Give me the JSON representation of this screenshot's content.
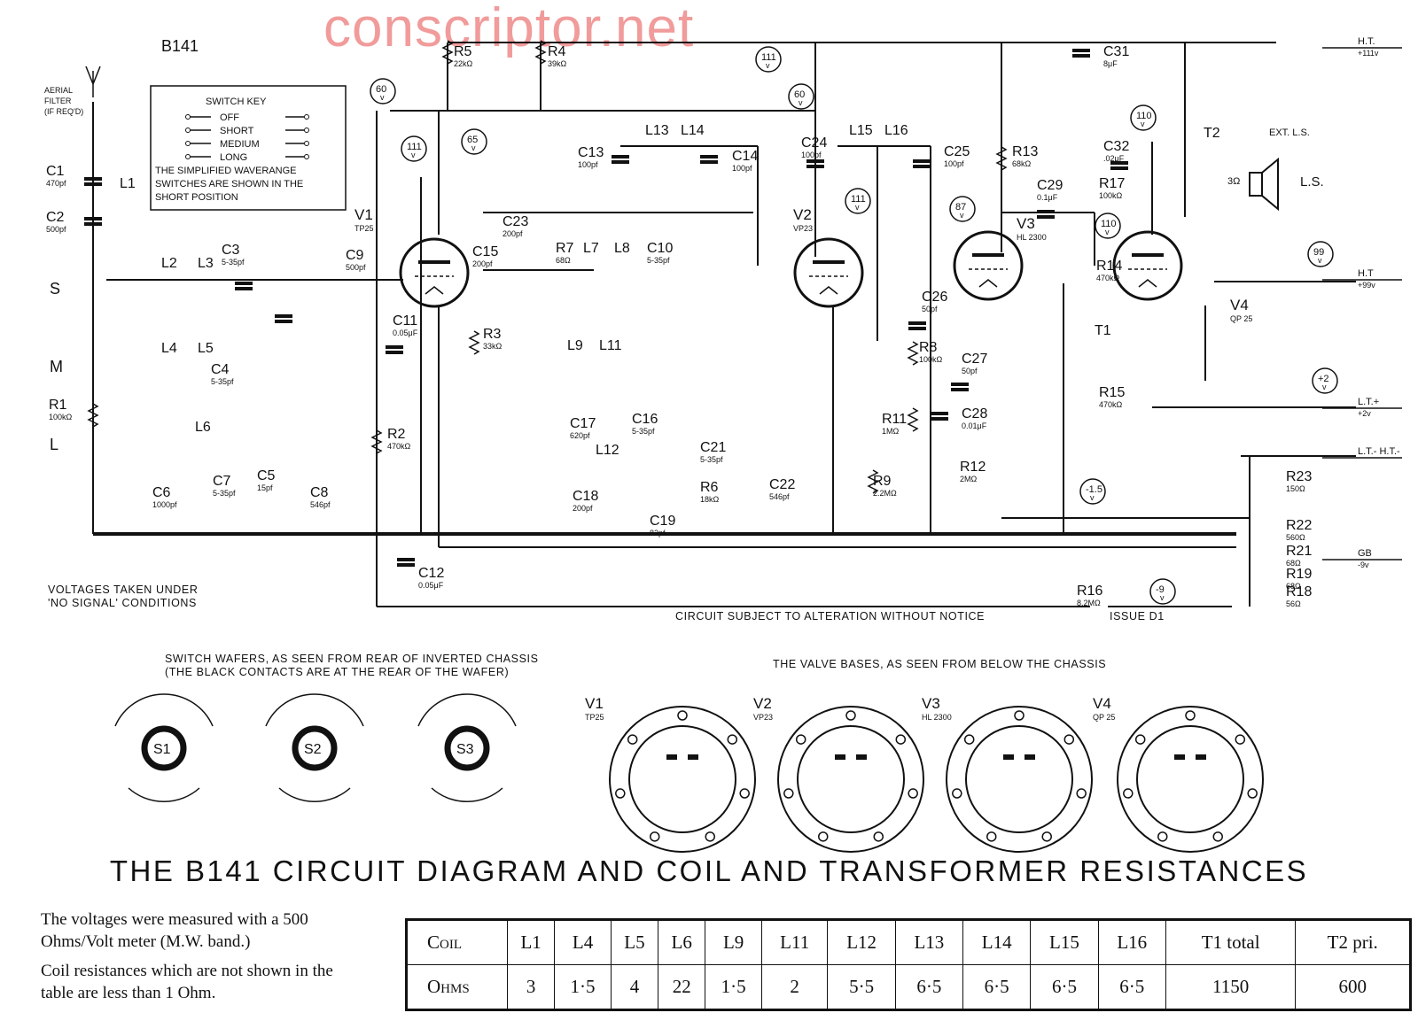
{
  "watermark": "conscriptor.net",
  "model": "B141",
  "switch_key": {
    "title": "SWITCH KEY",
    "positions": [
      "OFF",
      "SHORT",
      "MEDIUM",
      "LONG"
    ],
    "note_lines": [
      "THE SIMPLIFIED WAVERANGE",
      "SWITCHES ARE SHOWN IN THE",
      "SHORT POSITION"
    ]
  },
  "aerial_label": [
    "AERIAL",
    "FILTER",
    "(IF REQ'D)"
  ],
  "band_labels": [
    "S",
    "M",
    "L"
  ],
  "voltage_note": [
    "VOLTAGES TAKEN UNDER",
    "'NO SIGNAL' CONDITIONS"
  ],
  "alteration_note": "CIRCUIT SUBJECT TO ALTERATION WITHOUT NOTICE",
  "issue": "ISSUE D1",
  "components": [
    {
      "ref": "C1",
      "value": "470pf"
    },
    {
      "ref": "C2",
      "value": "500pf"
    },
    {
      "ref": "L1",
      "value": ""
    },
    {
      "ref": "L2",
      "value": ""
    },
    {
      "ref": "L3",
      "value": ""
    },
    {
      "ref": "C3",
      "value": "5-35pf"
    },
    {
      "ref": "L4",
      "value": ""
    },
    {
      "ref": "L5",
      "value": ""
    },
    {
      "ref": "C4",
      "value": "5-35pf"
    },
    {
      "ref": "L6",
      "value": ""
    },
    {
      "ref": "C5",
      "value": "15pf"
    },
    {
      "ref": "C6",
      "value": "1000pf"
    },
    {
      "ref": "C7",
      "value": "5-35pf"
    },
    {
      "ref": "C8",
      "value": "546pf"
    },
    {
      "ref": "C9",
      "value": "500pf"
    },
    {
      "ref": "R1",
      "value": "100kΩ"
    },
    {
      "ref": "R2",
      "value": "470kΩ"
    },
    {
      "ref": "R3",
      "value": "33kΩ"
    },
    {
      "ref": "R4",
      "value": "39kΩ"
    },
    {
      "ref": "R5",
      "value": "22kΩ"
    },
    {
      "ref": "C11",
      "value": "0.05μF"
    },
    {
      "ref": "C12",
      "value": "0.05μF"
    },
    {
      "ref": "C13",
      "value": "100pf"
    },
    {
      "ref": "C14",
      "value": "100pf"
    },
    {
      "ref": "C15",
      "value": "200pf"
    },
    {
      "ref": "C23",
      "value": "200pf"
    },
    {
      "ref": "R7",
      "value": "68Ω"
    },
    {
      "ref": "L7",
      "value": ""
    },
    {
      "ref": "L8",
      "value": ""
    },
    {
      "ref": "C10",
      "value": "5-35pf"
    },
    {
      "ref": "L9",
      "value": ""
    },
    {
      "ref": "L11",
      "value": ""
    },
    {
      "ref": "L12",
      "value": ""
    },
    {
      "ref": "C16",
      "value": "5-35pf"
    },
    {
      "ref": "C17",
      "value": "620pf"
    },
    {
      "ref": "C18",
      "value": "200pf"
    },
    {
      "ref": "C19",
      "value": "82pf"
    },
    {
      "ref": "C21",
      "value": "5-35pf"
    },
    {
      "ref": "C22",
      "value": "546pf"
    },
    {
      "ref": "R6",
      "value": "18kΩ"
    },
    {
      "ref": "L13",
      "value": ""
    },
    {
      "ref": "L14",
      "value": ""
    },
    {
      "ref": "L15",
      "value": ""
    },
    {
      "ref": "L16",
      "value": ""
    },
    {
      "ref": "C24",
      "value": "100pf"
    },
    {
      "ref": "C25",
      "value": "100pf"
    },
    {
      "ref": "C26",
      "value": "50pf"
    },
    {
      "ref": "C27",
      "value": "50pf"
    },
    {
      "ref": "C28",
      "value": "0.01μF"
    },
    {
      "ref": "C29",
      "value": "0.1μF"
    },
    {
      "ref": "R8",
      "value": "100kΩ"
    },
    {
      "ref": "R9",
      "value": "2.2MΩ"
    },
    {
      "ref": "R11",
      "value": "1MΩ"
    },
    {
      "ref": "R12",
      "value": "2MΩ"
    },
    {
      "ref": "R13",
      "value": "68kΩ"
    },
    {
      "ref": "C31",
      "value": "8μF"
    },
    {
      "ref": "C32",
      "value": ".02μF"
    },
    {
      "ref": "R17",
      "value": "100kΩ"
    },
    {
      "ref": "R14",
      "value": "470kΩ"
    },
    {
      "ref": "R15",
      "value": "470kΩ"
    },
    {
      "ref": "R16",
      "value": "8.2MΩ"
    },
    {
      "ref": "R18",
      "value": "56Ω"
    },
    {
      "ref": "R19",
      "value": "68Ω"
    },
    {
      "ref": "R21",
      "value": "68Ω"
    },
    {
      "ref": "R22",
      "value": "560Ω"
    },
    {
      "ref": "R23",
      "value": "150Ω"
    },
    {
      "ref": "T1",
      "value": ""
    },
    {
      "ref": "T2",
      "value": ""
    }
  ],
  "valves": [
    {
      "ref": "V1",
      "type": "TP25"
    },
    {
      "ref": "V2",
      "type": "VP23"
    },
    {
      "ref": "V3",
      "type": "HL 2300"
    },
    {
      "ref": "V4",
      "type": "QP 25"
    }
  ],
  "voltage_readings": [
    "60",
    "111",
    "65",
    "111",
    "60",
    "111",
    "87",
    "110",
    "110",
    "99",
    "+2",
    "-1.5",
    "-9"
  ],
  "rails": [
    {
      "label": "H.T.",
      "value": "+111v"
    },
    {
      "label": "H.T",
      "value": "+99v"
    },
    {
      "label": "L.T.+",
      "value": "+2v"
    },
    {
      "label": "L.T.- H.T.-",
      "value": ""
    },
    {
      "label": "GB",
      "value": "-9v"
    }
  ],
  "speaker": {
    "ext_label": "EXT. L.S.",
    "ls_label": "L.S.",
    "impedance": "3Ω"
  },
  "switch_wafers_caption": [
    "SWITCH WAFERS, AS SEEN FROM REAR OF INVERTED CHASSIS",
    "(THE BLACK CONTACTS ARE AT THE REAR OF THE WAFER)"
  ],
  "valve_bases_caption": "THE VALVE BASES, AS SEEN FROM BELOW THE CHASSIS",
  "title": "THE B141 CIRCUIT DIAGRAM AND COIL AND TRANSFORMER RESISTANCES",
  "notes": [
    "The voltages were measured with a 500 Ohms/Volt meter (M.W. band.)",
    "Coil resistances which are not shown in the table are less than 1 Ohm."
  ],
  "resistance_table": {
    "row_labels": [
      "Coil",
      "Ohms"
    ],
    "coils": [
      "L1",
      "L4",
      "L5",
      "L6",
      "L9",
      "L11",
      "L12",
      "L13",
      "L14",
      "L15",
      "L16",
      "T1 total",
      "T2 pri."
    ],
    "ohms": [
      "3",
      "1·5",
      "4",
      "22",
      "1·5",
      "2",
      "5·5",
      "6·5",
      "6·5",
      "6·5",
      "6·5",
      "1150",
      "600"
    ]
  }
}
